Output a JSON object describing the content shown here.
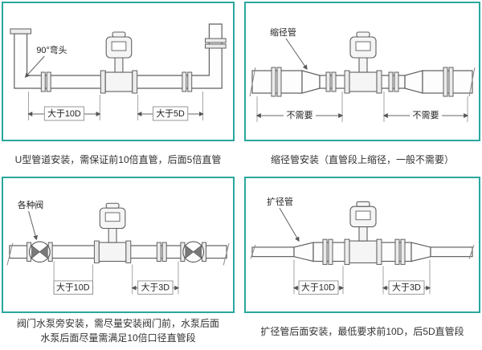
{
  "colors": {
    "panel_border": "#2aa79e",
    "line": "#5f5f5f",
    "text": "#333333"
  },
  "panels": {
    "u_pipe": {
      "caption": "U型管道安装，需保证前10倍直管，后面5倍直管",
      "elbow_label": "90°弯头",
      "dim_before": "大于10D",
      "dim_after": "大于5D"
    },
    "reducer": {
      "caption": "缩径管安装（直管段上缩径，一般不需要）",
      "part_label": "缩径管",
      "dim_before": "不需要",
      "dim_after": "不需要"
    },
    "valve_pump": {
      "caption_line1": "阀门水泵旁安装，需尽量安装阀门前，水泵后面",
      "caption_line2": "水泵后面尽量需满足10倍口径直管段",
      "part_label": "各种阀",
      "dim_before": "大于10D",
      "dim_after": "大于3D"
    },
    "expander": {
      "caption": "扩径管后面安装，最低要求前10D，后5D直管段",
      "part_label": "扩径管",
      "dim_before": "大于10D",
      "dim_after": "大于3D"
    }
  }
}
